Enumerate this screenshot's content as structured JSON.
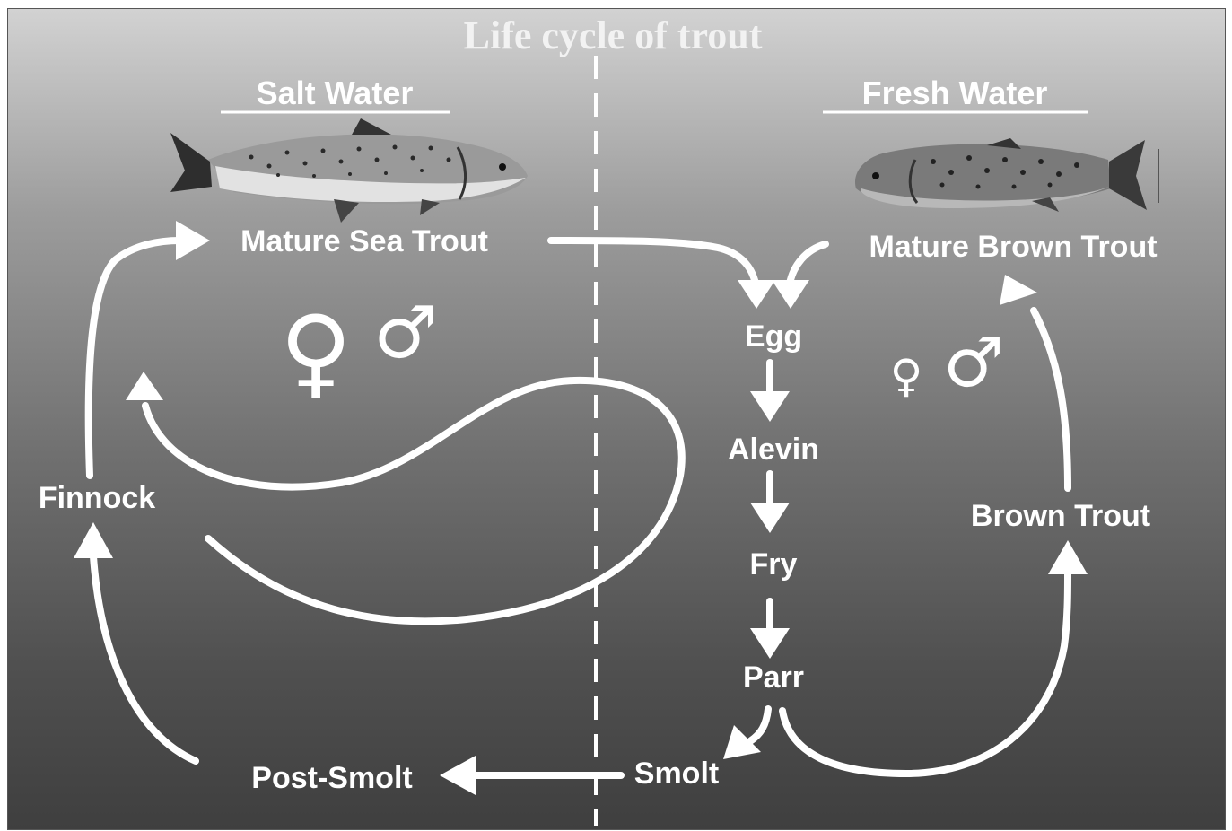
{
  "title": "Life cycle of trout",
  "headers": {
    "salt": "Salt    Water",
    "fresh": "Fresh    Water"
  },
  "labels": {
    "mature_sea_trout": "Mature  Sea  Trout",
    "mature_brown_trout": "Mature  Brown  Trout",
    "egg": "Egg",
    "alevin": "Alevin",
    "fry": "Fry",
    "parr": "Parr",
    "smolt": "Smolt",
    "post_smolt": "Post-Smolt",
    "finnock": "Finnock",
    "brown_trout": "Brown  Trout"
  },
  "symbols": {
    "female": "♀",
    "male": "♂"
  },
  "colors": {
    "arrows": "#ffffff",
    "background_top": "#d2d2d2",
    "background_bottom": "#3f3f3f"
  }
}
